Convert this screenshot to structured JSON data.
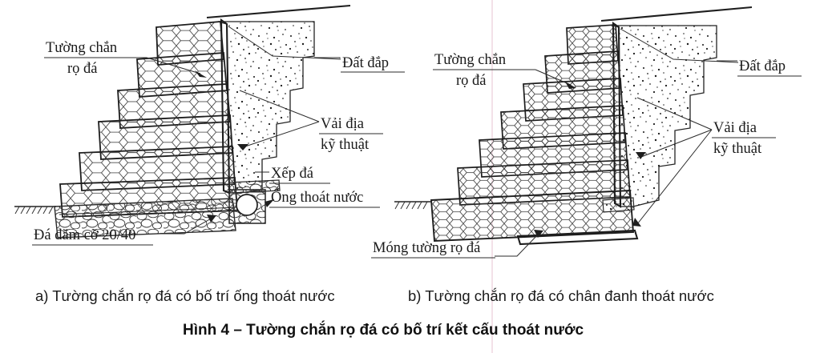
{
  "figure": {
    "caption": "Hình 4 – Tường chắn rọ đá có bố trí kết cấu thoát nước",
    "subcaption_a": "a) Tường chắn rọ đá có bố trí ống thoát nước",
    "subcaption_b": "b) Tường chắn rọ đá có chân đanh thoát nước",
    "background_color": "#ffffff",
    "line_color": "#2b2b2b",
    "fold_line_color": "#e9c8d4"
  },
  "panel_a": {
    "id": "a",
    "labels": {
      "wall": {
        "line1": "Tường chắn",
        "line2": "rọ đá"
      },
      "backfill": "Đất đắp",
      "geotextile": {
        "line1": "Vải địa",
        "line2": "kỹ thuật"
      },
      "stone_pack": "Xếp đá",
      "drain_pipe": "Ống thoát nước",
      "gravel": "Đá dăm cỡ 20/40"
    },
    "gabion_courses": 6,
    "drain_pipe_shape": "circle",
    "ground_hatching": true
  },
  "panel_b": {
    "id": "b",
    "labels": {
      "wall": {
        "line1": "Tường chắn",
        "line2": "rọ đá"
      },
      "backfill": "Đất đắp",
      "geotextile": {
        "line1": "Vải địa",
        "line2": "kỹ thuật"
      },
      "foundation": "Móng tường rọ đá"
    },
    "gabion_courses": 7,
    "ground_hatching": true
  }
}
